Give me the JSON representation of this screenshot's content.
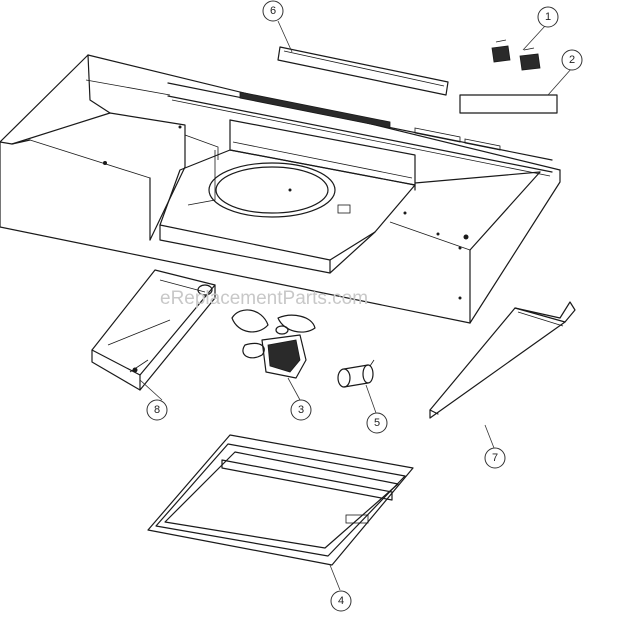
{
  "watermark": "eReplacementParts.com",
  "callouts": {
    "p1": "1",
    "p2": "2",
    "p3": "3",
    "p4": "4",
    "p5": "5",
    "p6": "6",
    "p7": "7",
    "p8": "8"
  }
}
